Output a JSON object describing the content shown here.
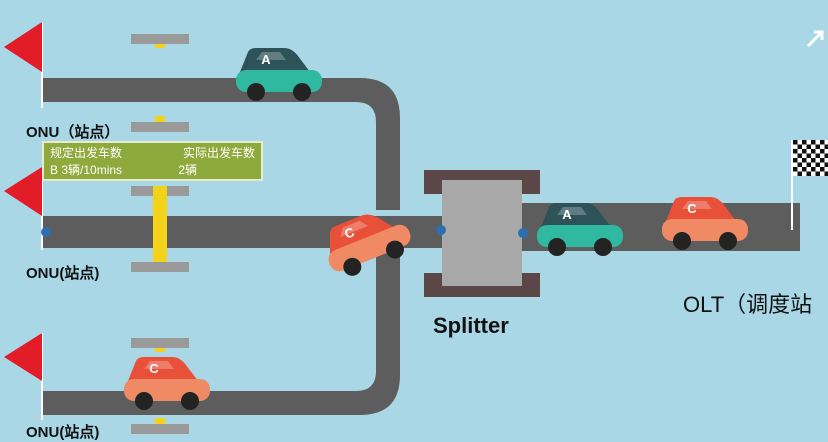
{
  "onu_labels": [
    "ONU（站点）",
    "ONU(站点)",
    "ONU(站点)"
  ],
  "splitter_label": "Splitter",
  "olt_label": "OLT（调度站",
  "board": {
    "header_left": "规定出发车数",
    "header_right": "实际出发车数",
    "value_left": "B 3辆/10mins",
    "value_right": "2辆"
  },
  "cars": [
    {
      "id": "top-a",
      "letter": "A",
      "color": "#2fb9a0",
      "roof": "#2d5257"
    },
    {
      "id": "bottom-c",
      "letter": "C",
      "color": "#f08a64",
      "roof": "#e8503a"
    },
    {
      "id": "junction-c",
      "letter": "C",
      "color": "#f08a64",
      "roof": "#e8503a"
    },
    {
      "id": "trunk-a",
      "letter": "A",
      "color": "#2fb9a0",
      "roof": "#2d5257"
    },
    {
      "id": "trunk-c",
      "letter": "C",
      "color": "#f08a64",
      "roof": "#e8503a"
    }
  ],
  "colors": {
    "sky": "#a9d7e6",
    "road": "#5d5d5e",
    "flag": "#e21d28",
    "barrier": "#f3d21a",
    "gate": "#9a9a9a",
    "splitter_frame": "#5b4747",
    "splitter_body": "#a8a8a8"
  }
}
